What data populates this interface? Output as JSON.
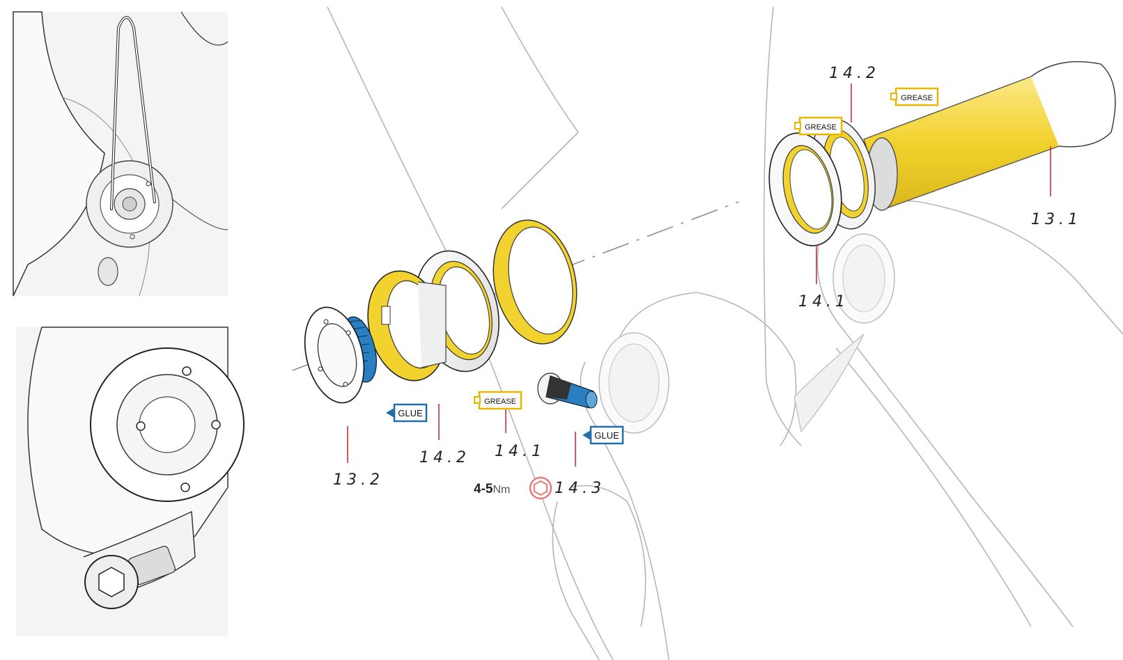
{
  "parts": {
    "p131": "13.1",
    "p132": "13.2",
    "p141_main": "14.1",
    "p142_main": "14.2",
    "p141_right": "14.1",
    "p142_right": "14.2",
    "p143": "14.3"
  },
  "tags": {
    "grease": "GREASE",
    "glue": "GLUE"
  },
  "torque": {
    "value": "4-5",
    "unit": "Nm"
  },
  "colors": {
    "grease": "#f2d22e",
    "glue_blue": "#2a7fc0",
    "leader_red": "#c8202f",
    "torque_icon": "#e87a7a",
    "frame_line": "#b5b5b5"
  }
}
